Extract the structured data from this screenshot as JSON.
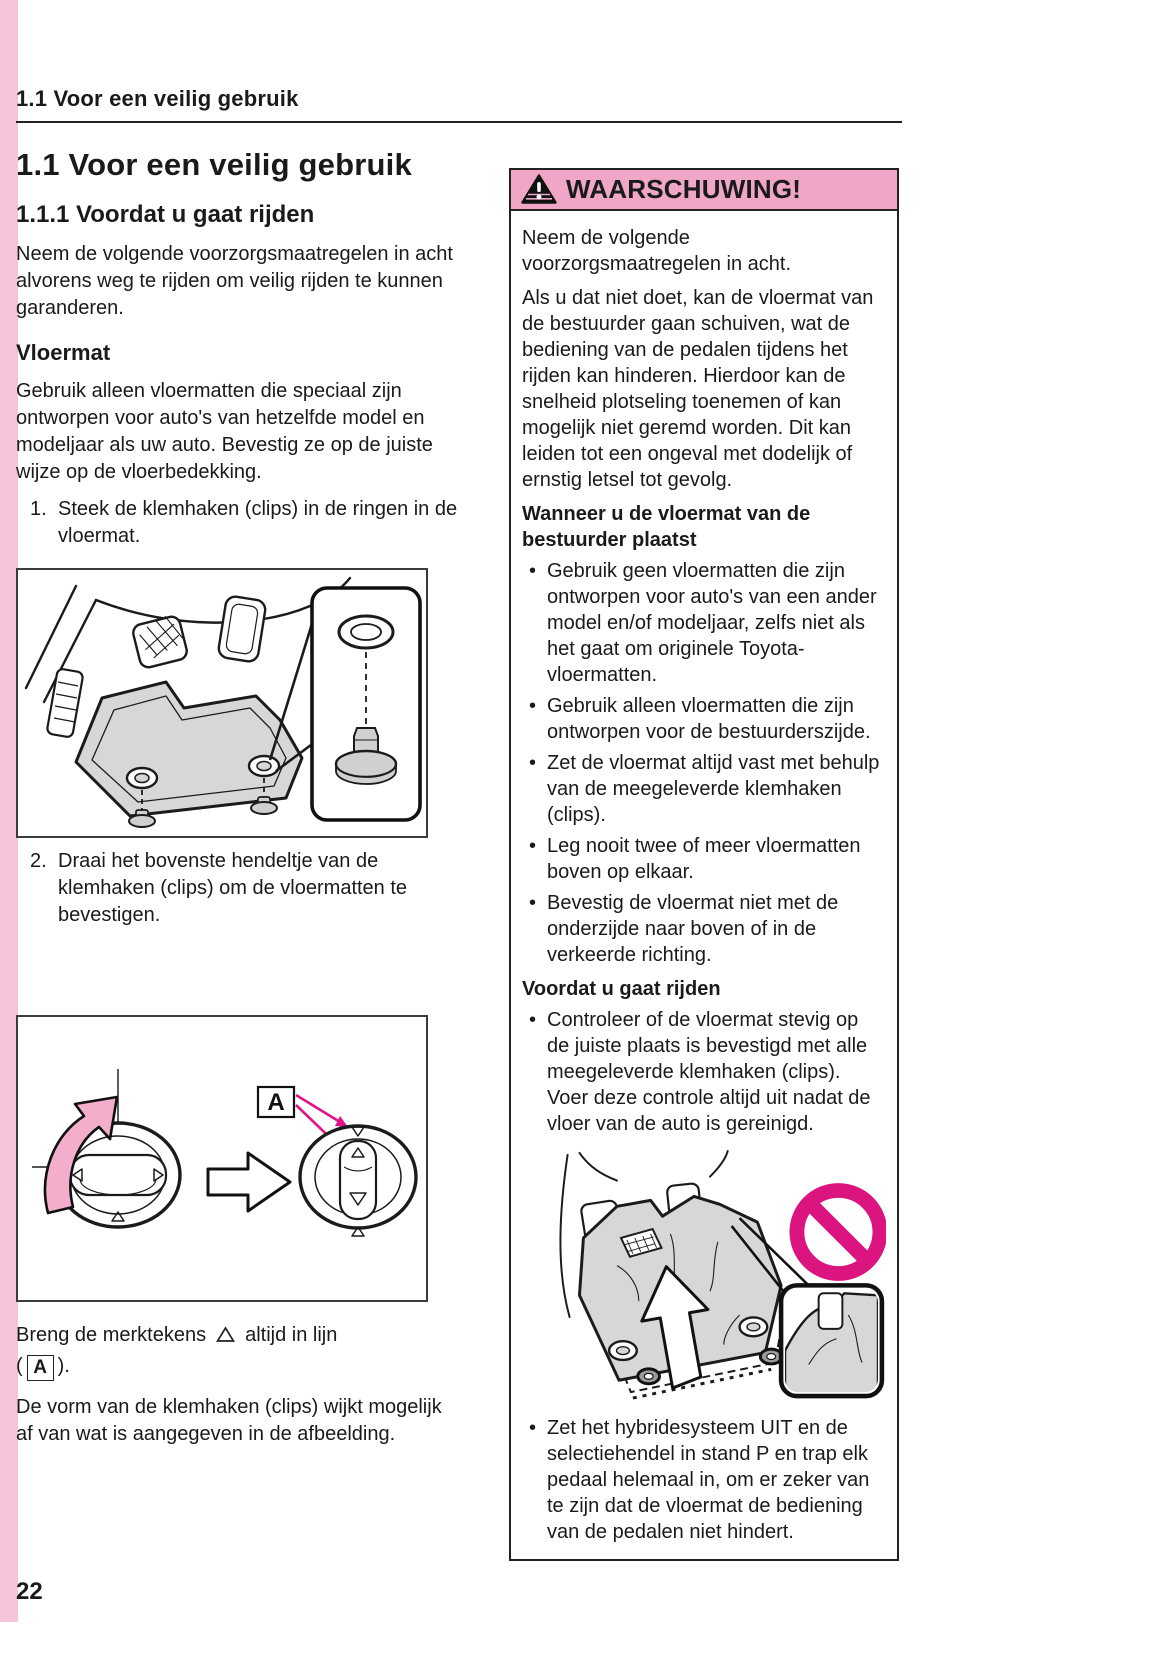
{
  "header": {
    "running_title": "1.1  Voor een veilig gebruik"
  },
  "left": {
    "title": "1.1  Voor een veilig gebruik",
    "subtitle": "1.1.1  Voordat u gaat rijden",
    "intro": "Neem de volgende voorzorgsmaatregelen in acht alvorens weg te rijden om veilig rijden te kunnen garanderen.",
    "vloermat_heading": "Vloermat",
    "vloermat_body": "Gebruik alleen vloermatten die speciaal zijn ontworpen voor auto's van hetzelfde model en modeljaar als uw auto. Bevestig ze op de juiste wijze op de vloerbedekking.",
    "step1_num": "1.",
    "step1_text": "Steek de klemhaken (clips) in de ringen in de vloermat.",
    "step2_num": "2.",
    "step2_text": "Draai het bovenste hendeltje van de klemhaken (clips) om de vloermatten te bevestigen.",
    "clip_label": "A",
    "note_part1": "Breng de merktekens",
    "note_part2": "altijd in lijn",
    "note_paren_open": "(",
    "note_paren_close": ").",
    "shape_note": "De vorm van de klemhaken (clips) wijkt mogelijk af van wat is aangegeven in de afbeelding."
  },
  "warning": {
    "title": "WAARSCHUWING!",
    "para1": "Neem de volgende voorzorgsmaatregelen in acht.",
    "para2": "Als u dat niet doet, kan de vloermat van de bestuurder gaan schuiven, wat de bediening van de pedalen tijdens het rijden kan hinderen. Hierdoor kan de snelheid plotseling toenemen of kan mogelijk niet geremd worden. Dit kan leiden tot een ongeval met dodelijk of ernstig letsel tot gevolg.",
    "subhead_placing": "Wanneer u de vloermat van de bestuurder plaatst",
    "bullets_placing": [
      "Gebruik geen vloermatten die zijn ontworpen voor auto's van een ander model en/of modeljaar, zelfs niet als het gaat om originele Toyota-vloermatten.",
      "Gebruik alleen vloermatten die zijn ontworpen voor de bestuurderszijde.",
      "Zet de vloermat altijd vast met behulp van de meegeleverde klemhaken (clips).",
      "Leg nooit twee of meer vloermatten boven op elkaar.",
      "Bevestig de vloermat niet met de onderzijde naar boven of in de verkeerde richting."
    ],
    "subhead_before": "Voordat u gaat rijden",
    "bullets_before": [
      "Controleer of de vloermat stevig op de juiste plaats is bevestigd met alle meegeleverde klemhaken (clips). Voer deze controle altijd uit nadat de vloer van de auto is gereinigd."
    ],
    "bullets_final": [
      "Zet het hybridesysteem UIT en de selectiehendel in stand P en trap elk pedaal helemaal in, om er zeker van te zijn dat de vloermat de bediening van de pedalen niet hindert."
    ]
  },
  "page": {
    "number": "22"
  },
  "icons": {
    "warning": "warning-triangle-icon",
    "triangle_marker": "triangle-up-outline-icon",
    "prohibition": "prohibition-icon",
    "rotate_arrow": "rotate-arrow-icon",
    "next_arrow": "right-arrow-icon",
    "direction_arrow": "up-arrow-icon"
  },
  "colors": {
    "stripe_pink": "#f6c3d8",
    "warning_header_pink": "#f0a6c6",
    "prohibition_magenta": "#dc1480",
    "callout_magenta": "#e0138a",
    "rotate_arrow_pink": "#f2aeca",
    "figure_gray": "#d7d7d7",
    "text": "#1a1a1a"
  }
}
